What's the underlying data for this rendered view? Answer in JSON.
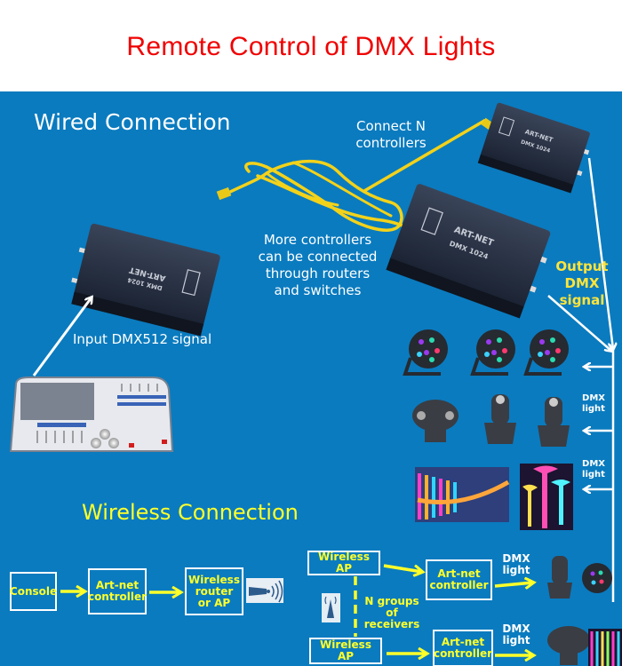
{
  "title": "Remote Control of DMX Lights",
  "colors": {
    "title": "#f00000",
    "panel_bg": "#0a7bbf",
    "cable_yellow": "#f3d21a",
    "label_white": "#ffffff",
    "label_yellow": "#ffe43a",
    "box_text": "#ffff2a",
    "controller_body": "#1f2a3c"
  },
  "wired": {
    "heading": "Wired Connection",
    "connect_n_line1": "Connect N",
    "connect_n_line2": "controllers",
    "more_controllers": [
      "More controllers",
      "can be connected",
      "through routers",
      "and switches"
    ],
    "input_signal": "Input DMX512 signal",
    "output_signal": [
      "Output",
      "DMX",
      "signal"
    ],
    "dmx_light_1": [
      "DMX",
      "light"
    ],
    "dmx_light_2": [
      "DMX",
      "light"
    ],
    "controller_label": "ART-NET",
    "controller_model": "DMX 1024",
    "controller_logo": "ART NET"
  },
  "wireless": {
    "heading": "Wireless Connection",
    "chain": {
      "console": "Console",
      "artnet_controller": [
        "Art-net",
        "controller"
      ],
      "router": [
        "Wireless",
        "router",
        "or AP"
      ]
    },
    "receivers": {
      "ap_1": "Wireless AP",
      "ap_2": "Wireless AP",
      "controller_1": [
        "Art-net",
        "controller"
      ],
      "controller_2": [
        "Art-net",
        "controller"
      ],
      "n_groups": [
        "N groups",
        "of receivers"
      ],
      "dmx_light_1": [
        "DMX",
        "light"
      ],
      "dmx_light_2": [
        "DMX",
        "light"
      ]
    }
  },
  "icons": [
    "rj45-cable-icon",
    "artnet-controller-icon",
    "lighting-console-icon",
    "par-light-icon",
    "moving-head-icon",
    "wifi-router-icon",
    "antenna-icon",
    "arrow-icon"
  ]
}
